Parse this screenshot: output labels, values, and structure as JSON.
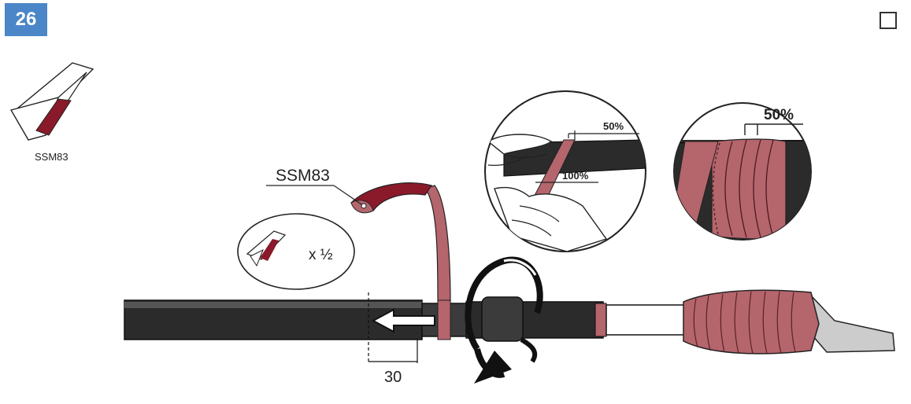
{
  "step": {
    "number": "26"
  },
  "checkbox": {
    "checked": false
  },
  "material_icon": {
    "label": "SSM83"
  },
  "callout": {
    "label": "SSM83"
  },
  "half_icon": {
    "label": "x ½"
  },
  "dimension": {
    "label": "30"
  },
  "detail_left": {
    "overlap_label": "50%",
    "full_label": "100%"
  },
  "detail_right": {
    "overlap_label": "50%"
  },
  "colors": {
    "badge": "#4a86c8",
    "tape": "#b5656c",
    "tape_dark": "#8a1a2a",
    "cable": "#222222"
  }
}
